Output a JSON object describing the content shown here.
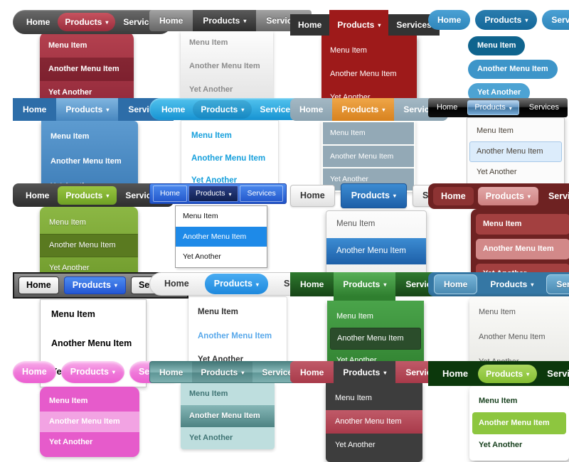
{
  "page": {
    "background": "#ffffff"
  },
  "labels": {
    "home": "Home",
    "products": "Products",
    "caret": "▾",
    "services": "Services",
    "item1": "Menu Item",
    "item2": "Another Menu Item",
    "item3": "Yet Another"
  },
  "samples": [
    {
      "name": "rounded-dark-gray-red",
      "bar_color": "#4a4a4a",
      "accent_color": "#a93a49",
      "highlighted_item": "Another Menu Item"
    },
    {
      "name": "glossy-gray",
      "bar_color": "#7d7d7d",
      "accent_color": "#3a3a3a",
      "highlighted_item": null
    },
    {
      "name": "flat-charcoal-dark-red",
      "bar_color": "#333333",
      "accent_color": "#9e1a1a",
      "highlighted_item": null
    },
    {
      "name": "blue-pills",
      "bar_color": "#3d95c9",
      "accent_color": "#0f648e",
      "highlighted_item": "Menu Item"
    },
    {
      "name": "flat-blue",
      "bar_color": "#2d6da8",
      "accent_color": "#5d9bd0",
      "highlighted_item": null
    },
    {
      "name": "sky-blue-pill",
      "bar_color": "#29a8e0",
      "accent_color": "#17a0dc",
      "highlighted_item": null
    },
    {
      "name": "slate-orange",
      "bar_color": "#93a9b6",
      "accent_color": "#e0882b",
      "highlighted_item": null
    },
    {
      "name": "vista-black-glossy",
      "bar_color": "#111111",
      "accent_color": "#5f93c3",
      "highlighted_item": "Another Menu Item"
    },
    {
      "name": "charcoal-green",
      "bar_color": "#3b3b3b",
      "accent_color": "#7ca93a",
      "highlighted_item": "Another Menu Item"
    },
    {
      "name": "windows-blue",
      "bar_color": "#2f63d2",
      "accent_color": "#1e8ae8",
      "highlighted_item": "Another Menu Item"
    },
    {
      "name": "light-buttons-blue",
      "bar_color": "#efefef",
      "accent_color": "#2a78c0",
      "highlighted_item": "Another Menu Item"
    },
    {
      "name": "maroon-rose",
      "bar_color": "#6e2222",
      "accent_color": "#d28989",
      "highlighted_item": "Another Menu Item"
    },
    {
      "name": "framed-gray-white",
      "bar_color": "#6e6e6e",
      "accent_color": "#3a72e0",
      "highlighted_item": null
    },
    {
      "name": "light-pill-blue",
      "bar_color": "#efefef",
      "accent_color": "#2e9be6",
      "highlighted_item": "Another Menu Item"
    },
    {
      "name": "dark-green-tab",
      "bar_color": "#1e5c1e",
      "accent_color": "#3f9b3f",
      "highlighted_item": "Another Menu Item"
    },
    {
      "name": "steel-blue-buttons",
      "bar_color": "#3577a4",
      "accent_color": "#5b9fc8",
      "highlighted_item": null
    },
    {
      "name": "pink-bubbles",
      "bar_color": "#ee6fd4",
      "accent_color": "#f2a3e3",
      "highlighted_item": "Another Menu Item"
    },
    {
      "name": "teal-glossy",
      "bar_color": "#578f8f",
      "accent_color": "#bcdcdc",
      "highlighted_item": "Another Menu Item"
    },
    {
      "name": "red-charcoal",
      "bar_color": "#b5495a",
      "accent_color": "#3d3d3d",
      "highlighted_item": "Another Menu Item"
    },
    {
      "name": "dark-green-lime",
      "bar_color": "#0c380c",
      "accent_color": "#8dc63f",
      "highlighted_item": "Another Menu Item"
    }
  ]
}
